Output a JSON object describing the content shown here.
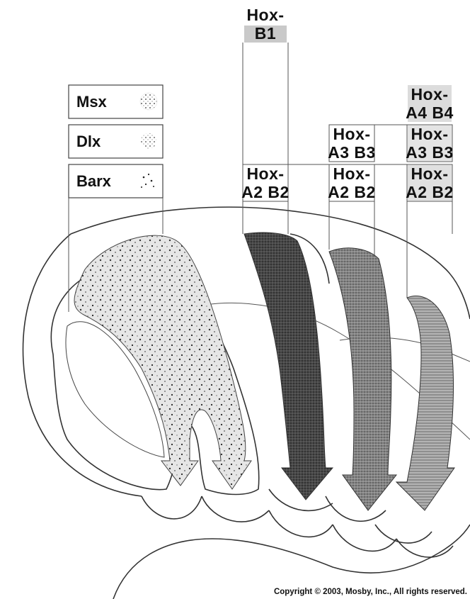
{
  "gene_legend": [
    {
      "name": "Msx"
    },
    {
      "name": "Dlx"
    },
    {
      "name": "Barx"
    }
  ],
  "hox_labels": {
    "b1": [
      "Hox-",
      "B1"
    ],
    "col1_a2b2": [
      "Hox-",
      "A2 B2"
    ],
    "col2_a3b3": [
      "Hox-",
      "A3 B3"
    ],
    "col2_a2b2": [
      "Hox-",
      "A2 B2"
    ],
    "col3_a4b4": [
      "Hox-",
      "A4 B4"
    ],
    "col3_a3b3": [
      "Hox-",
      "A3 B3"
    ],
    "col3_a2b2": [
      "Hox-",
      "A2 B2"
    ]
  },
  "copyright": "Copyright © 2003, Mosby, Inc., All rights reserved."
}
